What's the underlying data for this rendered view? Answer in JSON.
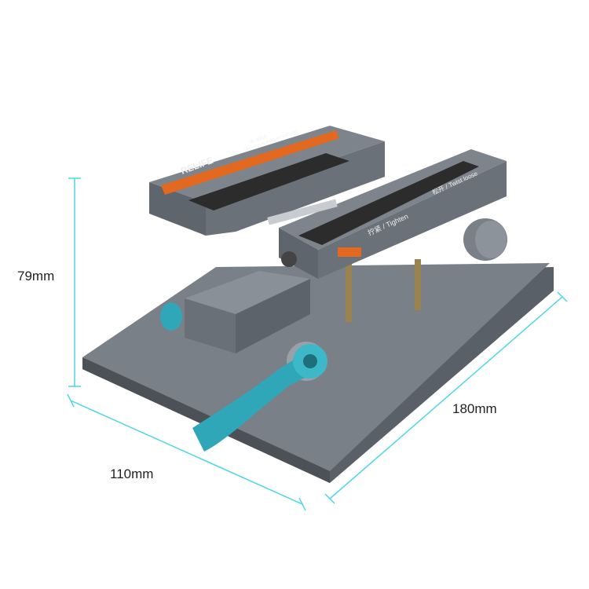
{
  "product": {
    "brand": "RELIFE",
    "model": "RL-601S",
    "subtitle": "UNIVERSAL ROTARY FIXTURE",
    "tighten_label": "拧紧 / Tighten",
    "loosen_label": "松开 / Twist loose"
  },
  "dimensions": {
    "height": "79mm",
    "width": "110mm",
    "length": "180mm"
  },
  "colors": {
    "body": "#6b7178",
    "accent_orange": "#e2691f",
    "pad": "#2c2c2c",
    "lever_cyan": "#2fa7b8",
    "dimension_line": "#4fd6e8"
  }
}
